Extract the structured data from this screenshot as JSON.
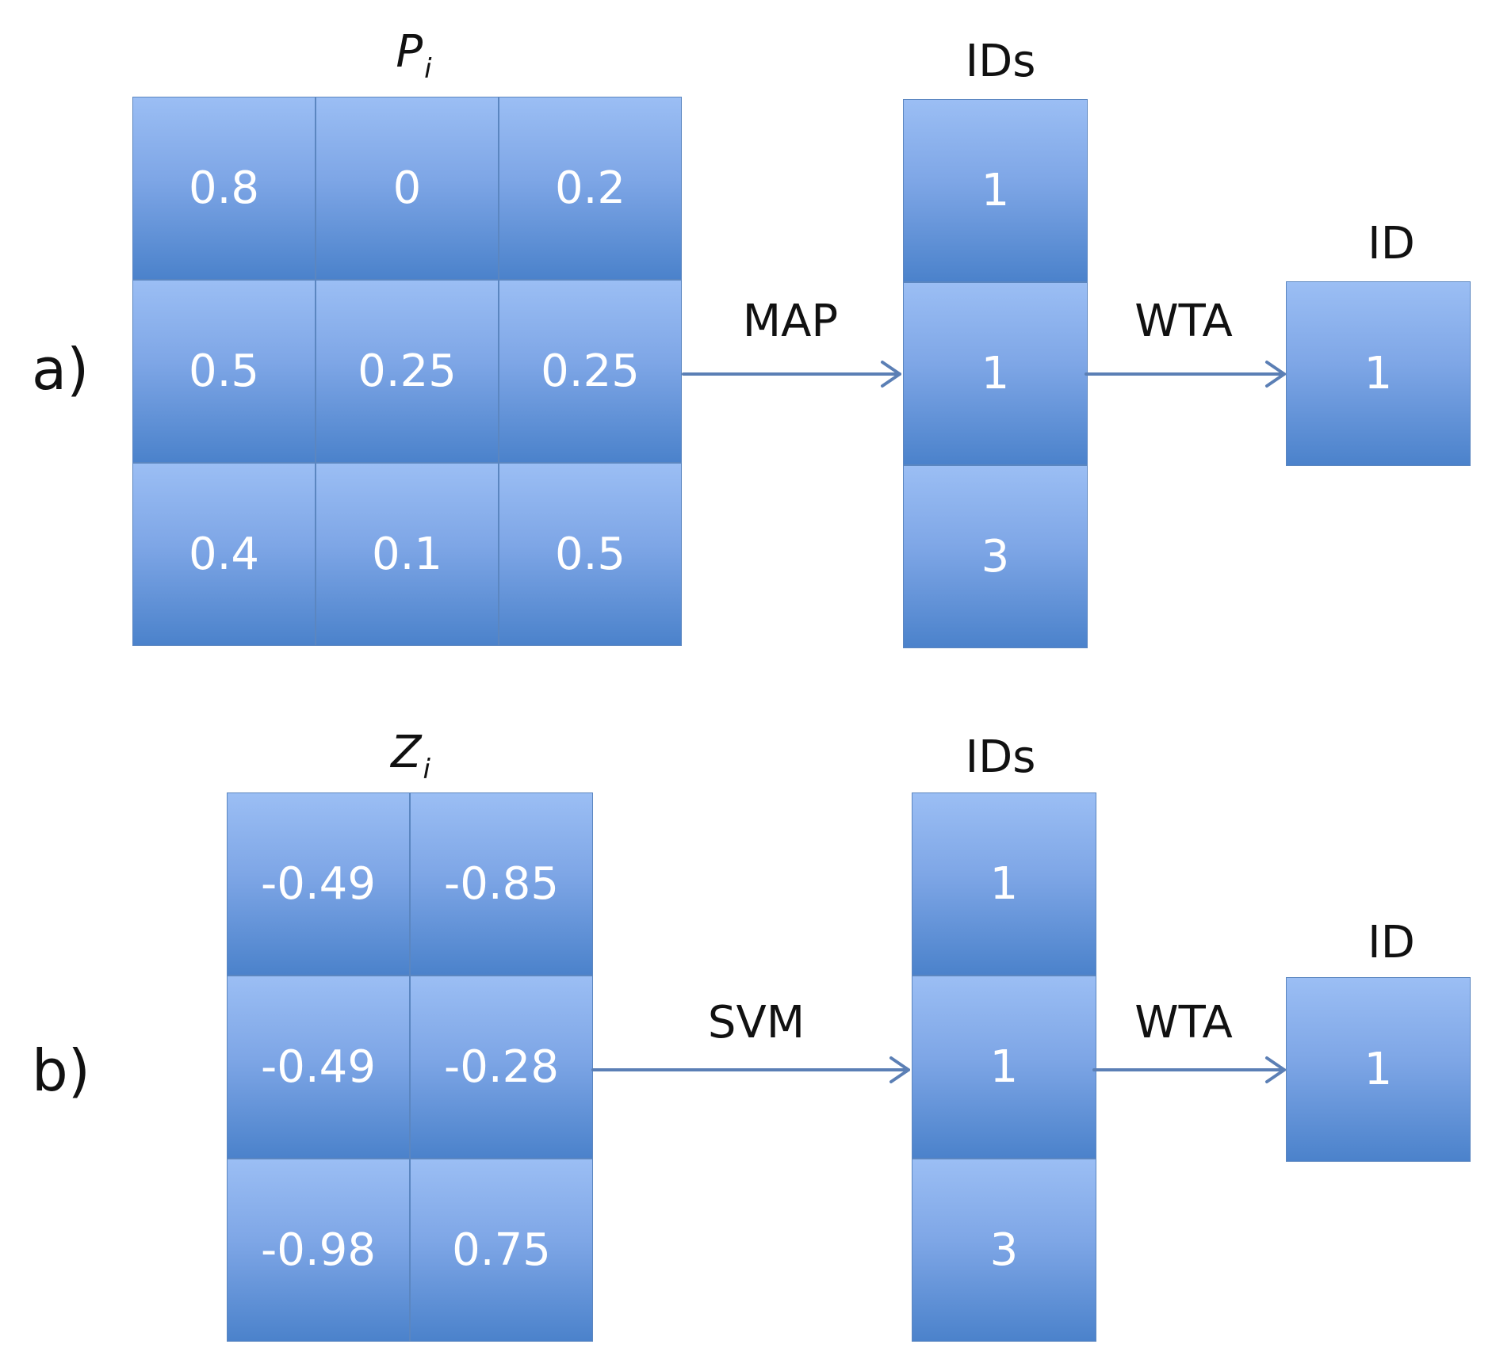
{
  "panel_a": {
    "label": "a)",
    "matrix_symbol": "P",
    "matrix_subscript": "i",
    "matrix": [
      [
        "0.8",
        "0",
        "0.2"
      ],
      [
        "0.5",
        "0.25",
        "0.25"
      ],
      [
        "0.4",
        "0.1",
        "0.5"
      ]
    ],
    "step1_label": "MAP",
    "ids_title": "IDs",
    "ids": [
      "1",
      "1",
      "3"
    ],
    "step2_label": "WTA",
    "id_title": "ID",
    "id_value": "1"
  },
  "panel_b": {
    "label": "b)",
    "matrix_symbol": "Z",
    "matrix_subscript": "i",
    "matrix": [
      [
        "-0.49",
        "-0.85"
      ],
      [
        "-0.49",
        "-0.28"
      ],
      [
        "-0.98",
        "0.75"
      ]
    ],
    "step1_label": "SVM",
    "ids_title": "IDs",
    "ids": [
      "1",
      "1",
      "3"
    ],
    "step2_label": "WTA",
    "id_title": "ID",
    "id_value": "1"
  },
  "colors": {
    "cell_top": "#9bbef4",
    "cell_bottom": "#4b82cb",
    "cell_border": "#5b86c0",
    "arrow": "#5b7fb5"
  }
}
